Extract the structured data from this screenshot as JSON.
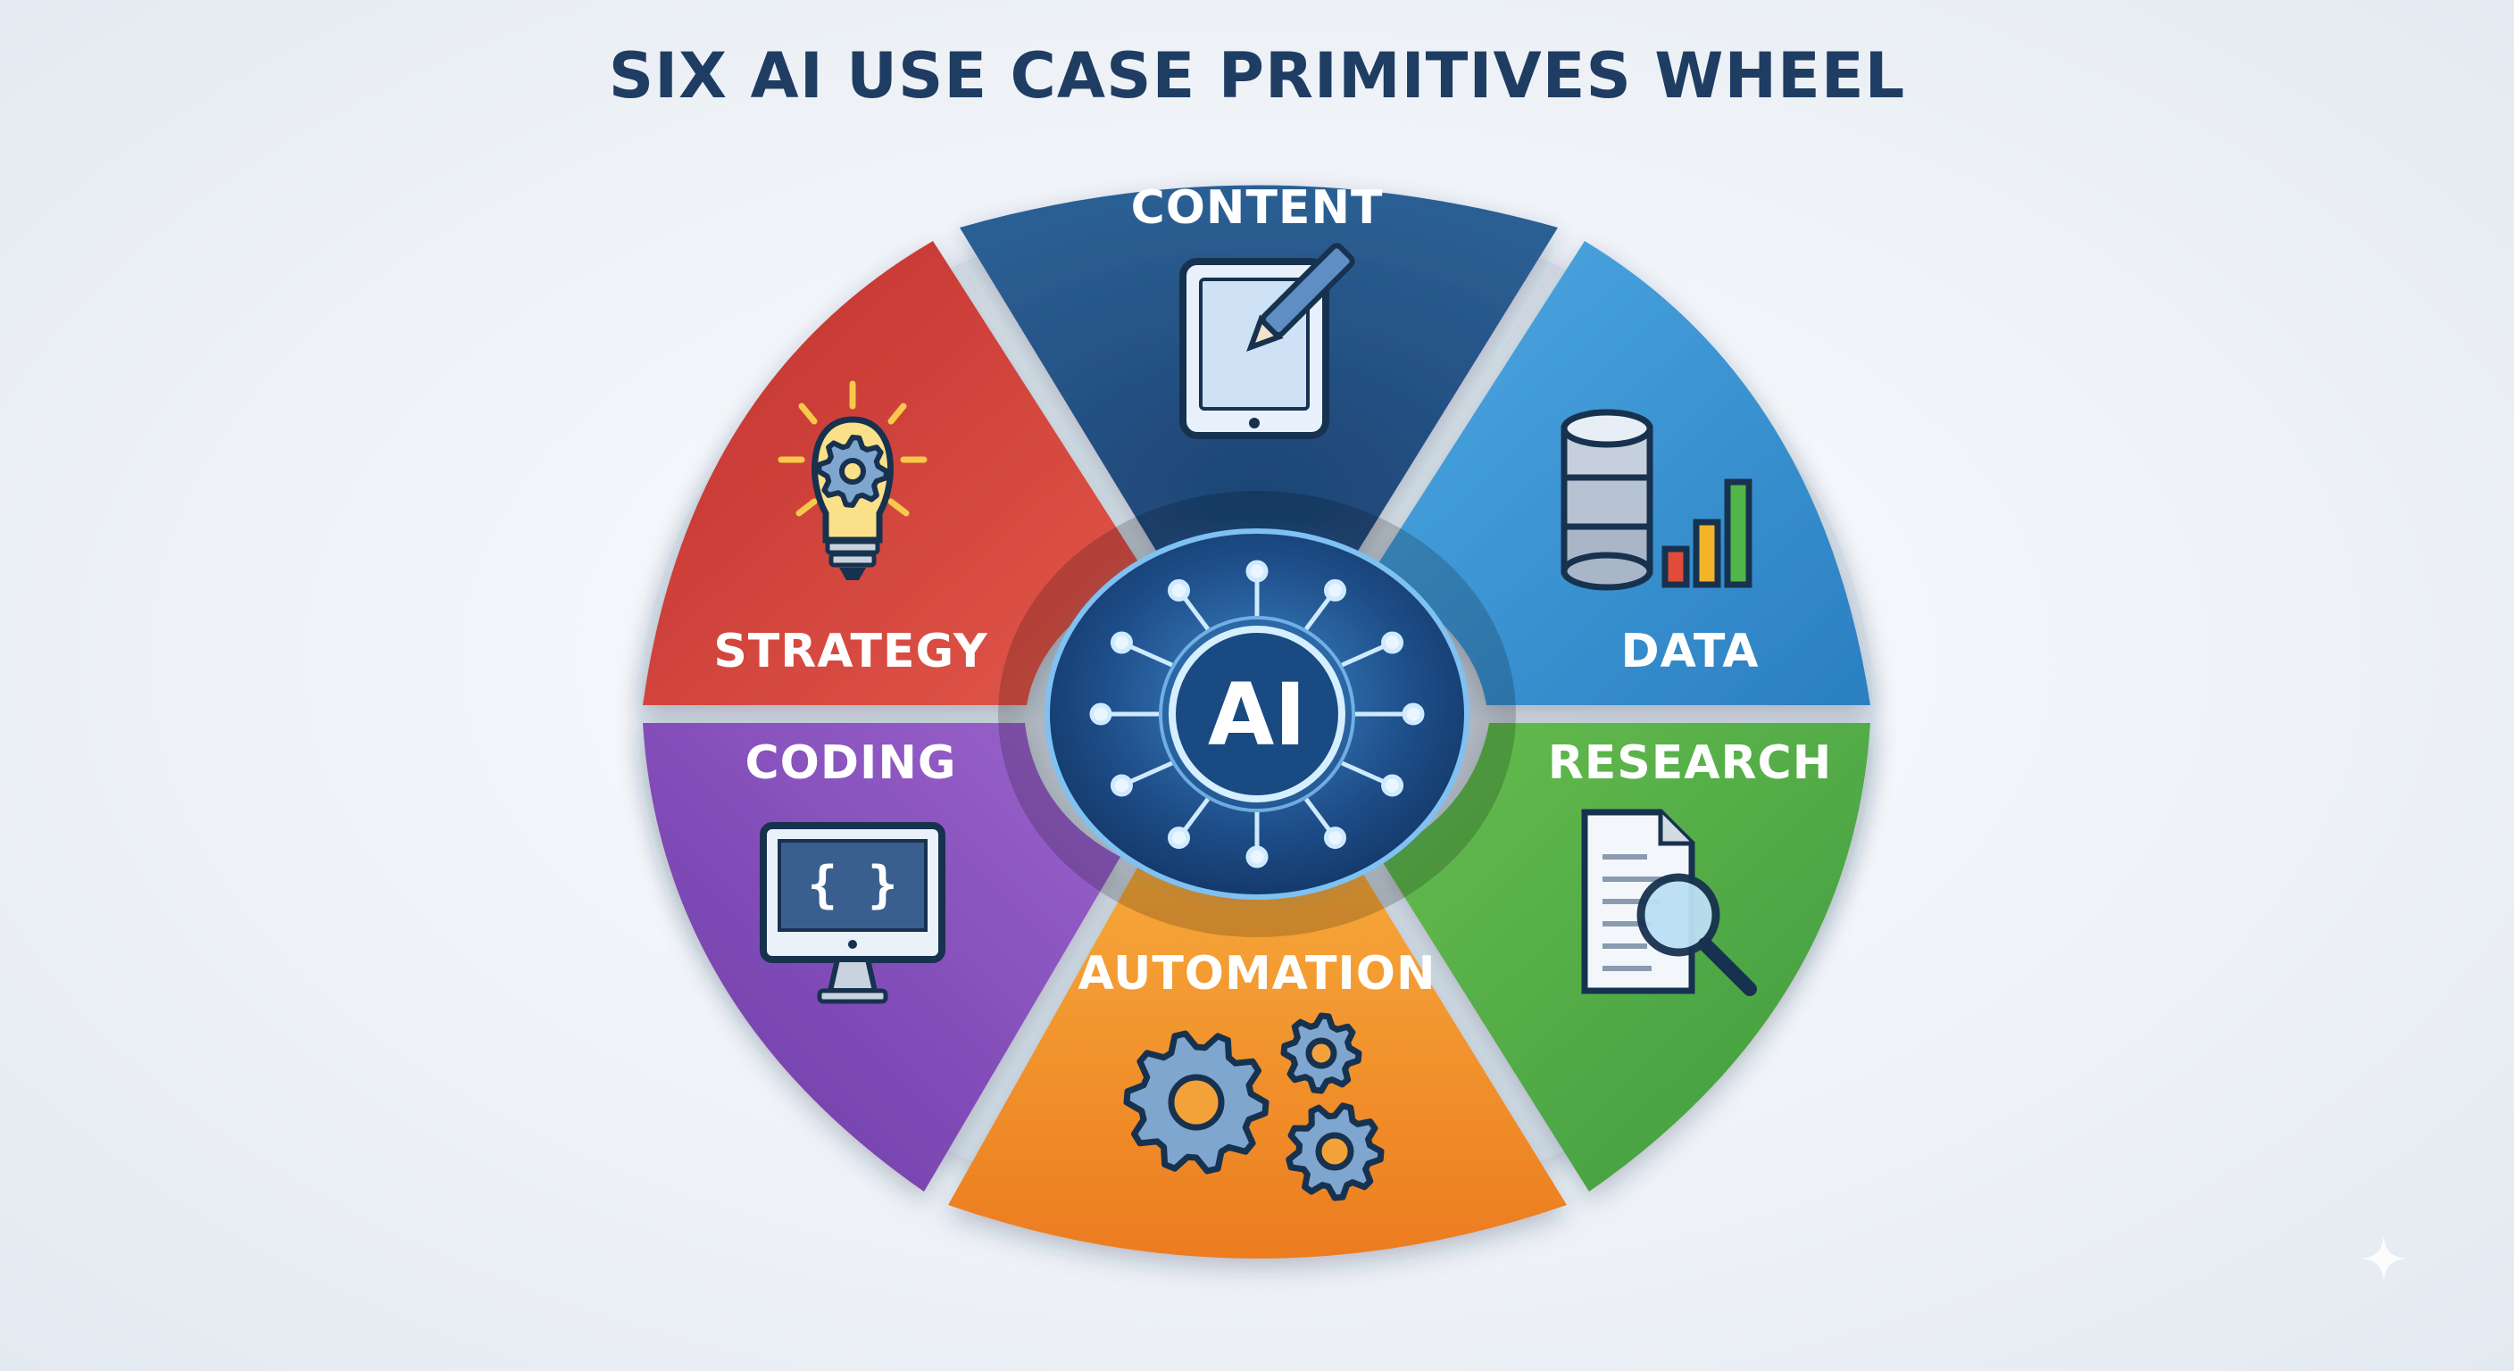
{
  "title": "SIX AI USE CASE PRIMITIVES WHEEL",
  "center": {
    "label": "AI",
    "icon": "ai-network-hub-icon"
  },
  "segments": [
    {
      "id": "content",
      "label": "CONTENT",
      "icon": "tablet-pen-icon",
      "color": "#22507f"
    },
    {
      "id": "data",
      "label": "DATA",
      "icon": "database-chart-icon",
      "color": "#3b94d2"
    },
    {
      "id": "research",
      "label": "RESEARCH",
      "icon": "document-magnifier-icon",
      "color": "#4ea646"
    },
    {
      "id": "automation",
      "label": "AUTOMATION",
      "icon": "gears-icon",
      "color": "#ef8a25"
    },
    {
      "id": "coding",
      "label": "CODING",
      "icon": "monitor-code-icon",
      "color": "#7f4bb8"
    },
    {
      "id": "strategy",
      "label": "STRATEGY",
      "icon": "lightbulb-gear-icon",
      "color": "#cc3a36"
    }
  ]
}
